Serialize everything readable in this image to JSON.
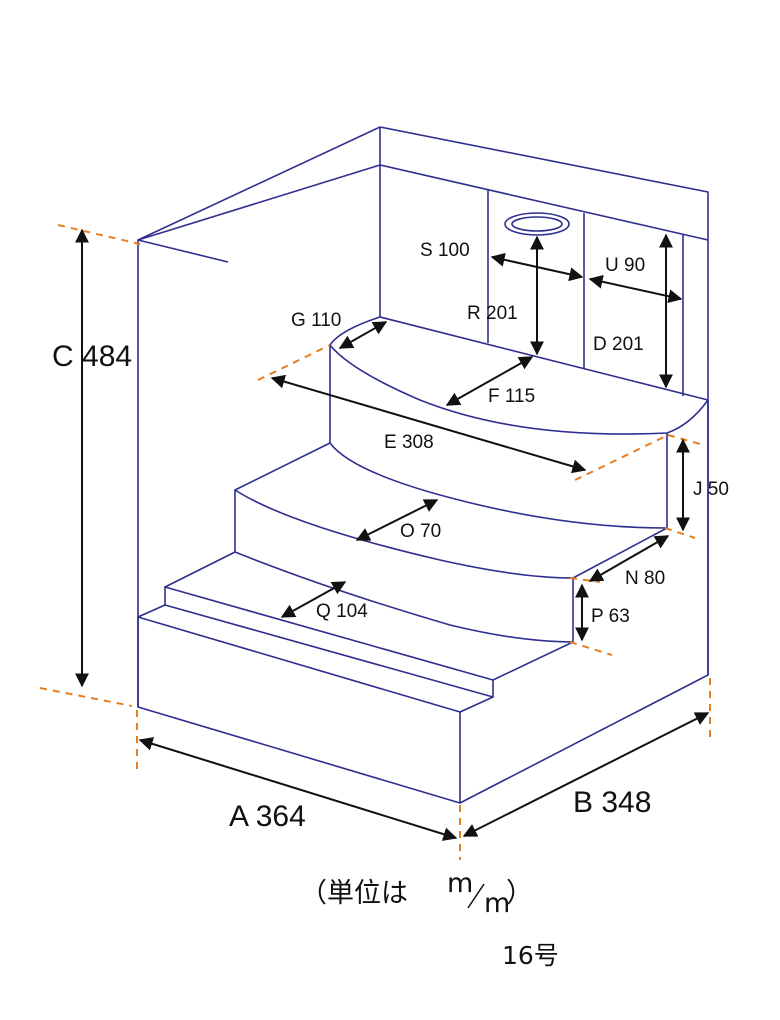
{
  "dimensions": {
    "A": {
      "letter": "A",
      "value": "364"
    },
    "B": {
      "letter": "B",
      "value": "348"
    },
    "C": {
      "letter": "C",
      "value": "484"
    },
    "D": {
      "letter": "D",
      "value": "201"
    },
    "E": {
      "letter": "E",
      "value": "308"
    },
    "F": {
      "letter": "F",
      "value": "115"
    },
    "G": {
      "letter": "G",
      "value": "110"
    },
    "J": {
      "letter": "J",
      "value": "50"
    },
    "N": {
      "letter": "N",
      "value": "80"
    },
    "O": {
      "letter": "O",
      "value": "70"
    },
    "P": {
      "letter": "P",
      "value": "63"
    },
    "Q": {
      "letter": "Q",
      "value": "104"
    },
    "R": {
      "letter": "R",
      "value": "201"
    },
    "S": {
      "letter": "S",
      "value": "100"
    },
    "U": {
      "letter": "U",
      "value": "90"
    }
  },
  "caption": {
    "open": "（単位は ",
    "unit_top": "m",
    "unit_bottom": "m",
    "close": "）"
  },
  "model_number": "16号",
  "colors": {
    "outline": "#2f2f8f",
    "extension_lines": "#e67e22",
    "dimension_arrows": "#111111"
  }
}
